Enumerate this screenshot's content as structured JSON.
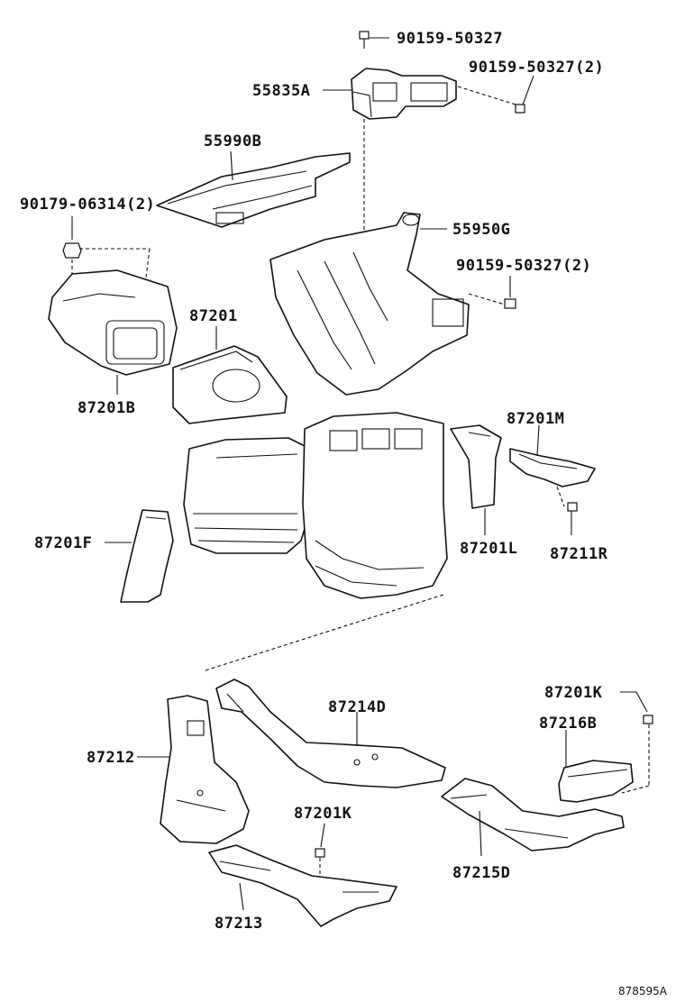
{
  "labels": {
    "p90159_50327_top": "90159-50327",
    "p90159_50327_2_top": "90159-50327(2)",
    "p55835A": "55835A",
    "p55990B": "55990B",
    "p90179_06314": "90179-06314(2)",
    "p55950G": "55950G",
    "p90159_50327_2_mid": "90159-50327(2)",
    "p87201": "87201",
    "p87201B": "87201B",
    "p87201M": "87201M",
    "p87201F": "87201F",
    "p87201L": "87201L",
    "p87211R": "87211R",
    "p87201K_right": "87201K",
    "p87214D": "87214D",
    "p87216B": "87216B",
    "p87212": "87212",
    "p87201K_mid": "87201K",
    "p87215D": "87215D",
    "p87213": "87213"
  },
  "figure_code": "878595A"
}
